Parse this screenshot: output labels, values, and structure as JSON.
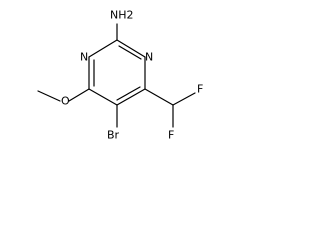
{
  "molecule": {
    "atoms": {
      "amine": "NH2",
      "ring_n1": "N",
      "ring_n3": "N",
      "methoxy_o": "O",
      "bromine": "Br",
      "fluorine_top": "F",
      "fluorine_bottom": "F"
    }
  },
  "colors": {
    "bond": "#000000",
    "label": "#000000",
    "background": "#ffffff"
  }
}
